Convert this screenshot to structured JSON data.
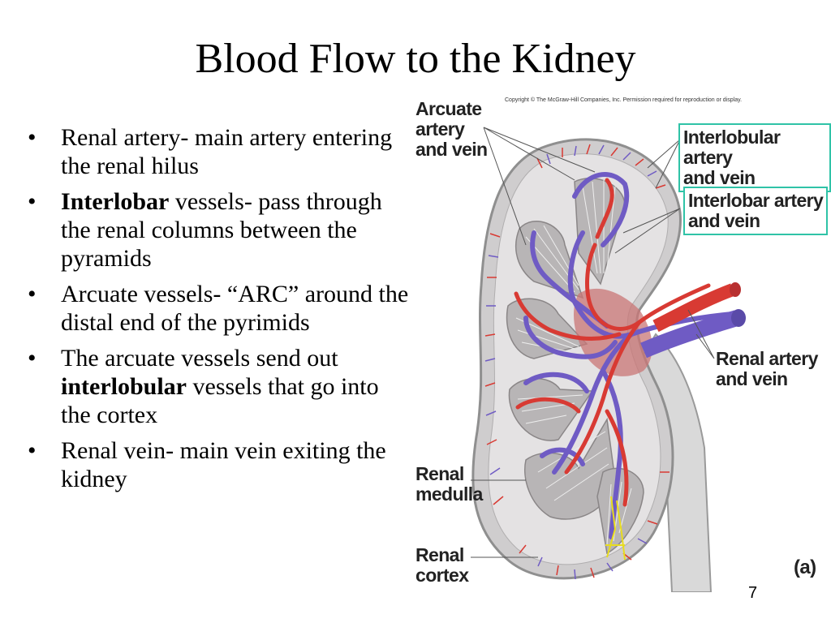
{
  "slide": {
    "title": "Blood Flow to the Kidney",
    "page_number": "7"
  },
  "bullets": [
    {
      "parts": [
        {
          "text": "Renal artery- main artery entering the renal hilus",
          "bold": false
        }
      ]
    },
    {
      "parts": [
        {
          "text": "Interlobar",
          "bold": true
        },
        {
          "text": " vessels- pass through the renal columns between the pyramids",
          "bold": false
        }
      ]
    },
    {
      "parts": [
        {
          "text": "Arcuate vessels- “ARC” around the distal end of the pyrimids",
          "bold": false
        }
      ]
    },
    {
      "parts": [
        {
          "text": "The arcuate vessels send out ",
          "bold": false
        },
        {
          "text": "interlobular",
          "bold": true
        },
        {
          "text": " vessels that go into the cortex",
          "bold": false
        }
      ]
    },
    {
      "parts": [
        {
          "text": "Renal vein- main vein exiting the kidney",
          "bold": false
        }
      ]
    }
  ],
  "figure": {
    "copyright": "Copyright © The McGraw-Hill Companies, Inc. Permission required for reproduction or display.",
    "labels": {
      "arcuate": "Arcuate\nartery\nand vein",
      "interlobular": "Interlobular artery\nand vein",
      "interlobar": "Interlobar artery\nand vein",
      "renal_artery_vein": "Renal artery\nand vein",
      "renal_medulla": "Renal\nmedulla",
      "renal_cortex": "Renal\ncortex",
      "panel": "(a)"
    },
    "colors": {
      "artery": "#d83a33",
      "vein": "#6f5bc4",
      "cortex": "#e4e2e3",
      "medulla": "#b8b5b6",
      "label_box": "#2fc3a7"
    }
  }
}
